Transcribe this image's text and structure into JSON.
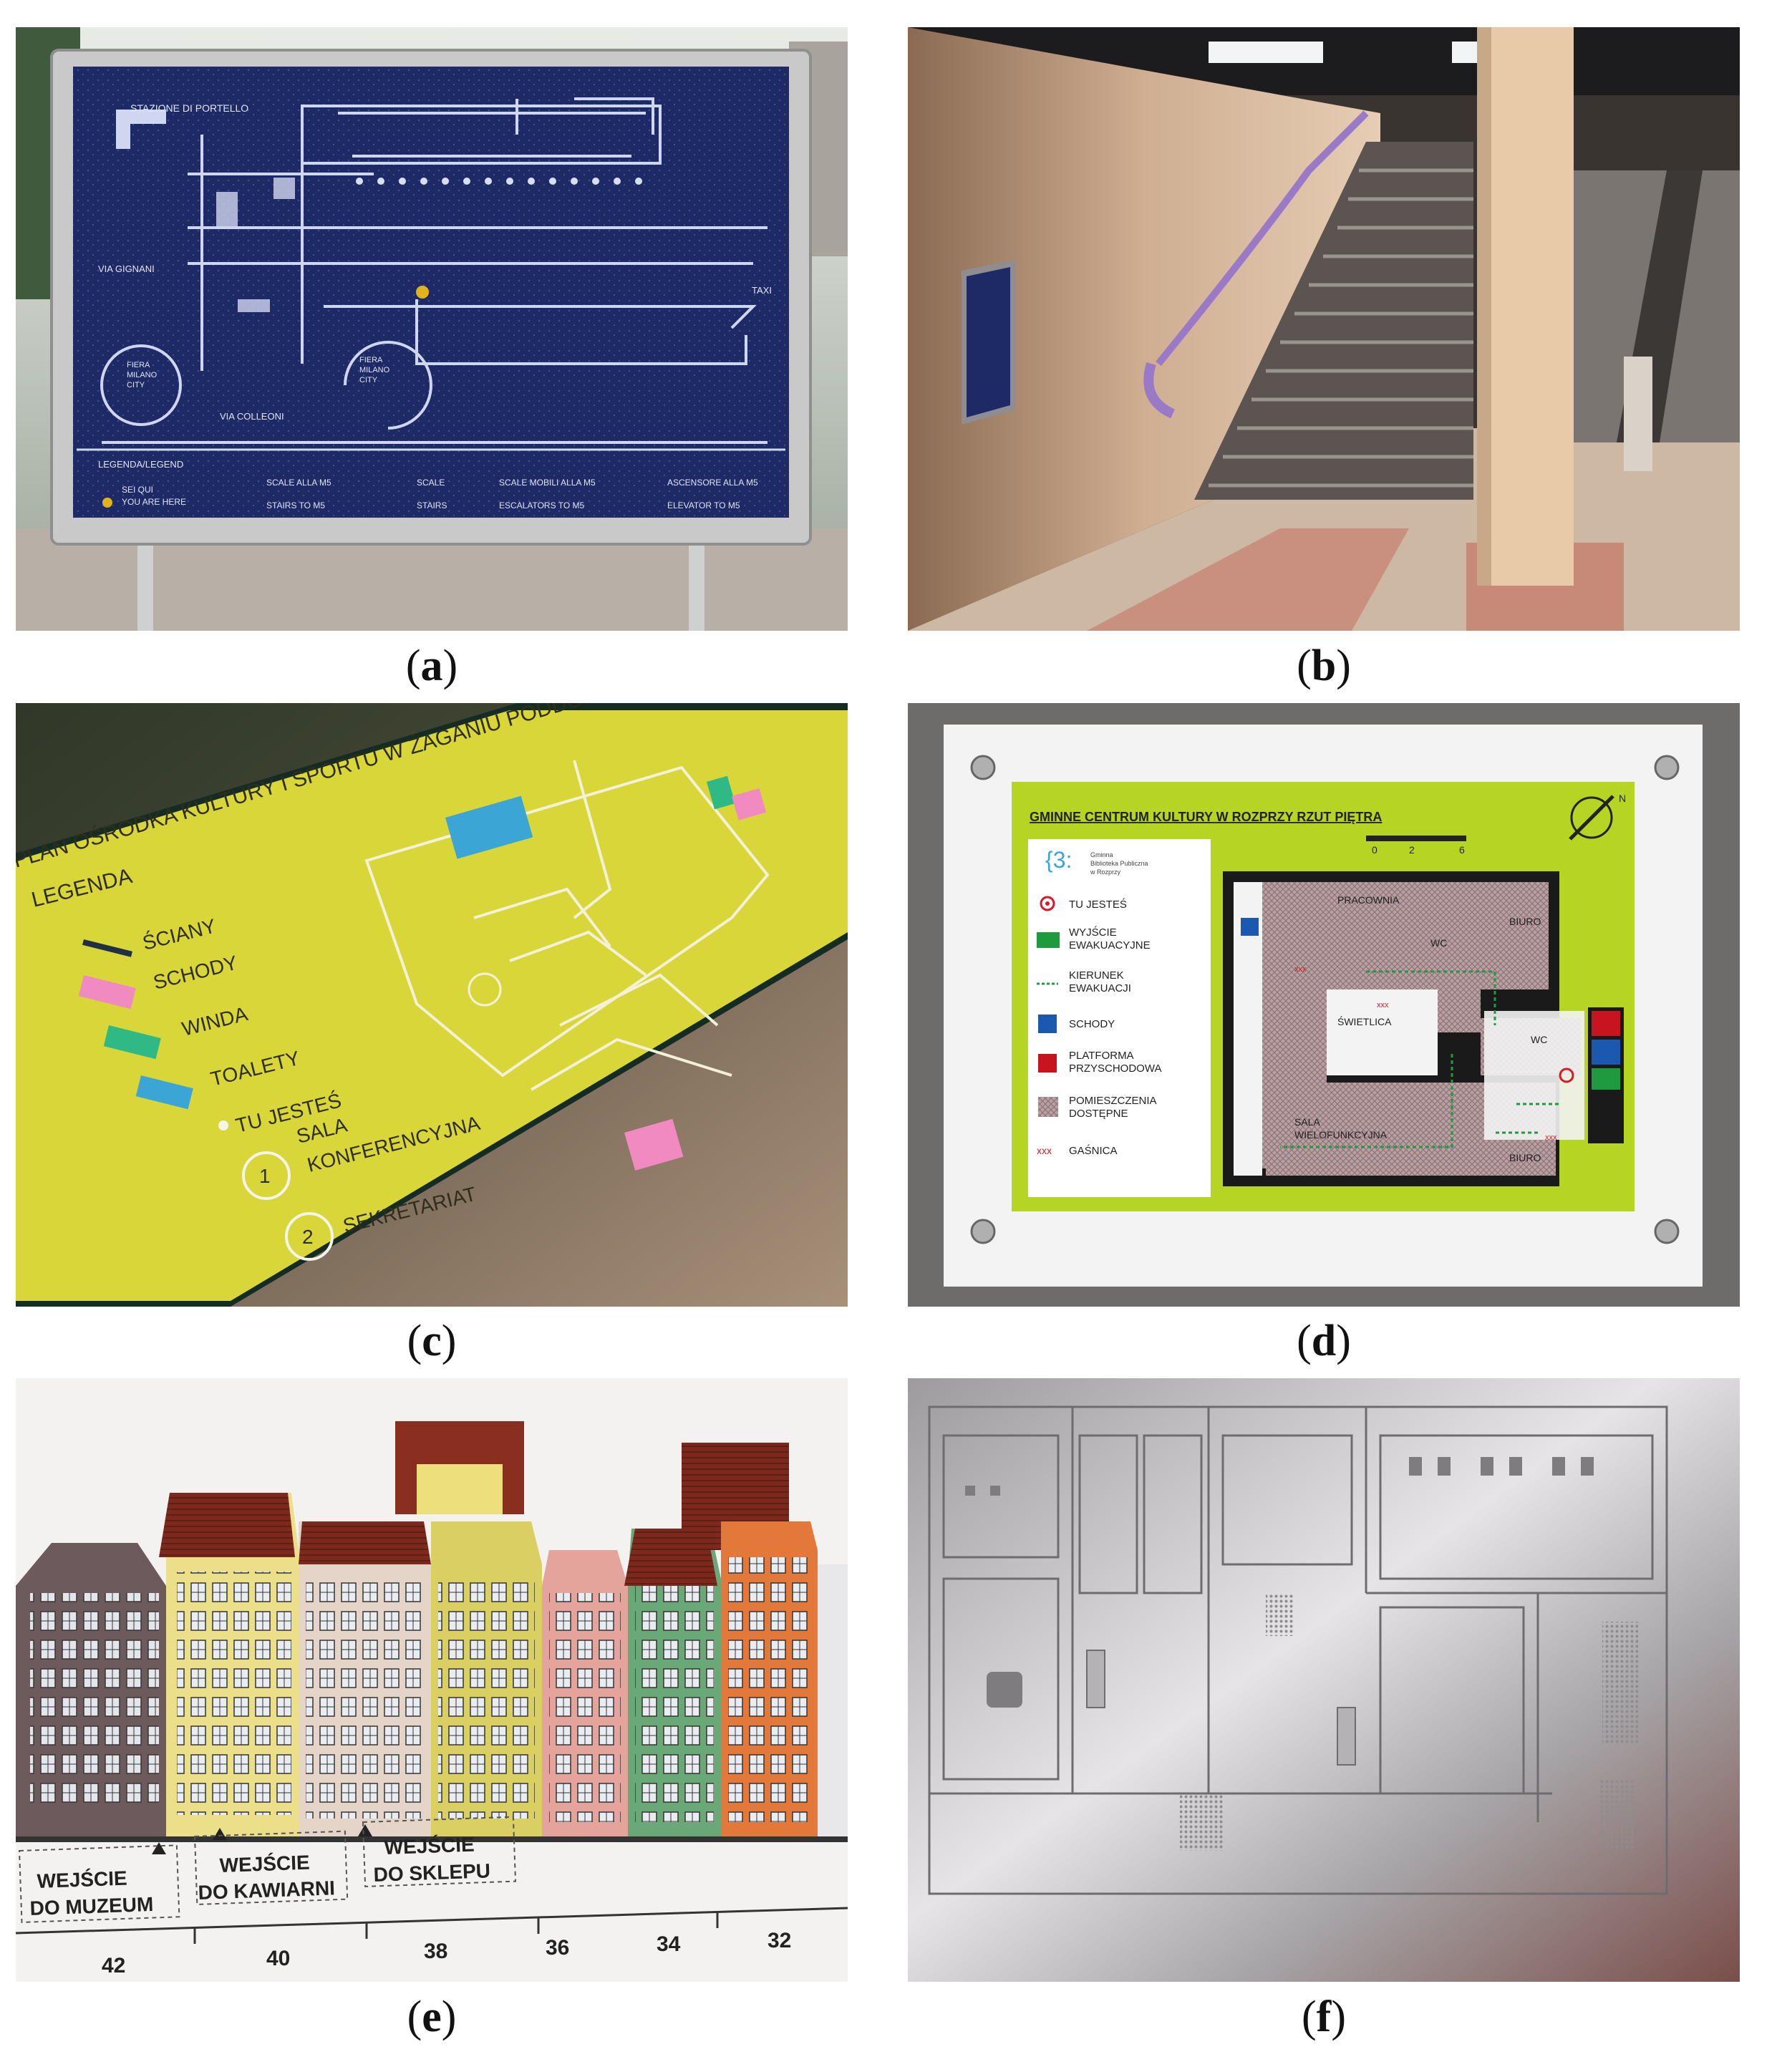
{
  "captions": {
    "a": "a",
    "b": "b",
    "c": "c",
    "d": "d",
    "e": "e",
    "f": "f"
  },
  "panel_a": {
    "station": "STAZIONE DI PORTELLO",
    "via_gignani": "VIA GIGNANI",
    "via_colleoni": "VIA COLLEONI",
    "taxi": "TAXI",
    "fiera1": [
      "FIERA",
      "MILANO",
      "CITY"
    ],
    "fiera2": [
      "FIERA",
      "MILANO",
      "CITY"
    ],
    "legend_title": "LEGENDA/LEGEND",
    "sei_qui": "SEI QUI",
    "you_are_here": "YOU ARE HERE",
    "scale_m5": "SCALE ALLA M5",
    "stairs_m5": "STAIRS TO M5",
    "scale": "SCALE",
    "stairs": "STAIRS",
    "scale_mobili": "SCALE MOBILI ALLA M5",
    "escalators": "ESCALATORS TO M5",
    "ascensore": "ASCENSORE ALLA M5",
    "elevator": "ELEVATOR TO M5"
  },
  "panel_c": {
    "title": "PLAN OŚRODKA KULTURY I SPORTU W ŻAGANIU PODDOLE",
    "legenda": "LEGENDA",
    "items": [
      "ŚCIANY",
      "SCHODY",
      "WINDA",
      "TOALETY",
      "TU JESTEŚ"
    ],
    "sala_line1": "SALA",
    "sala_line2": "KONFERENCYJNA",
    "sekretariat": "SEKRETARIAT",
    "num1": "1",
    "num2": "2"
  },
  "panel_d": {
    "title": "GMINNE CENTRUM KULTURY W ROZPRZY RZUT PIĘTRA",
    "scale_labels": [
      "0",
      "2",
      "6"
    ],
    "north": "N",
    "logo_text": [
      "Gminna",
      "Biblioteka Publiczna",
      "w Rozprzy"
    ],
    "legend": {
      "tu_jestes": "TU JESTEŚ",
      "wyjscie1": "WYJŚCIE",
      "wyjscie2": "EWAKUACYJNE",
      "kierunek1": "KIERUNEK",
      "kierunek2": "EWAKUACJI",
      "schody": "SCHODY",
      "platforma1": "PLATFORMA",
      "platforma2": "PRZYSCHODOWA",
      "pomieszczenia1": "POMIESZCZENIA",
      "pomieszczenia2": "DOSTĘPNE",
      "gasnica": "GAŚNICA",
      "xxx": "xxx"
    },
    "rooms": {
      "pracownia": "PRACOWNIA",
      "wc1": "WC",
      "biuro1": "BIURO",
      "swietlica": "ŚWIETLICA",
      "wc2": "WC",
      "sala1": "SALA",
      "sala2": "WIELOFUNKCYJNA",
      "biuro2": "BIURO"
    }
  },
  "panel_e": {
    "entrances": [
      {
        "line1": "WEJŚCIE",
        "line2": "DO MUZEUM"
      },
      {
        "line1": "WEJŚCIE",
        "line2": "DO KAWIARNI"
      },
      {
        "line1": "WEJŚCIE",
        "line2": "DO SKLEPU"
      }
    ],
    "numbers": [
      "42",
      "40",
      "38",
      "36",
      "34",
      "32"
    ]
  },
  "colors": {
    "navy_plate": "#1e2a66",
    "yellow_plate": "#d9d63a",
    "lime_plate": "#b5d424",
    "brick_roof": "#7d2a1e",
    "aluminium": "#b8b6b8"
  }
}
